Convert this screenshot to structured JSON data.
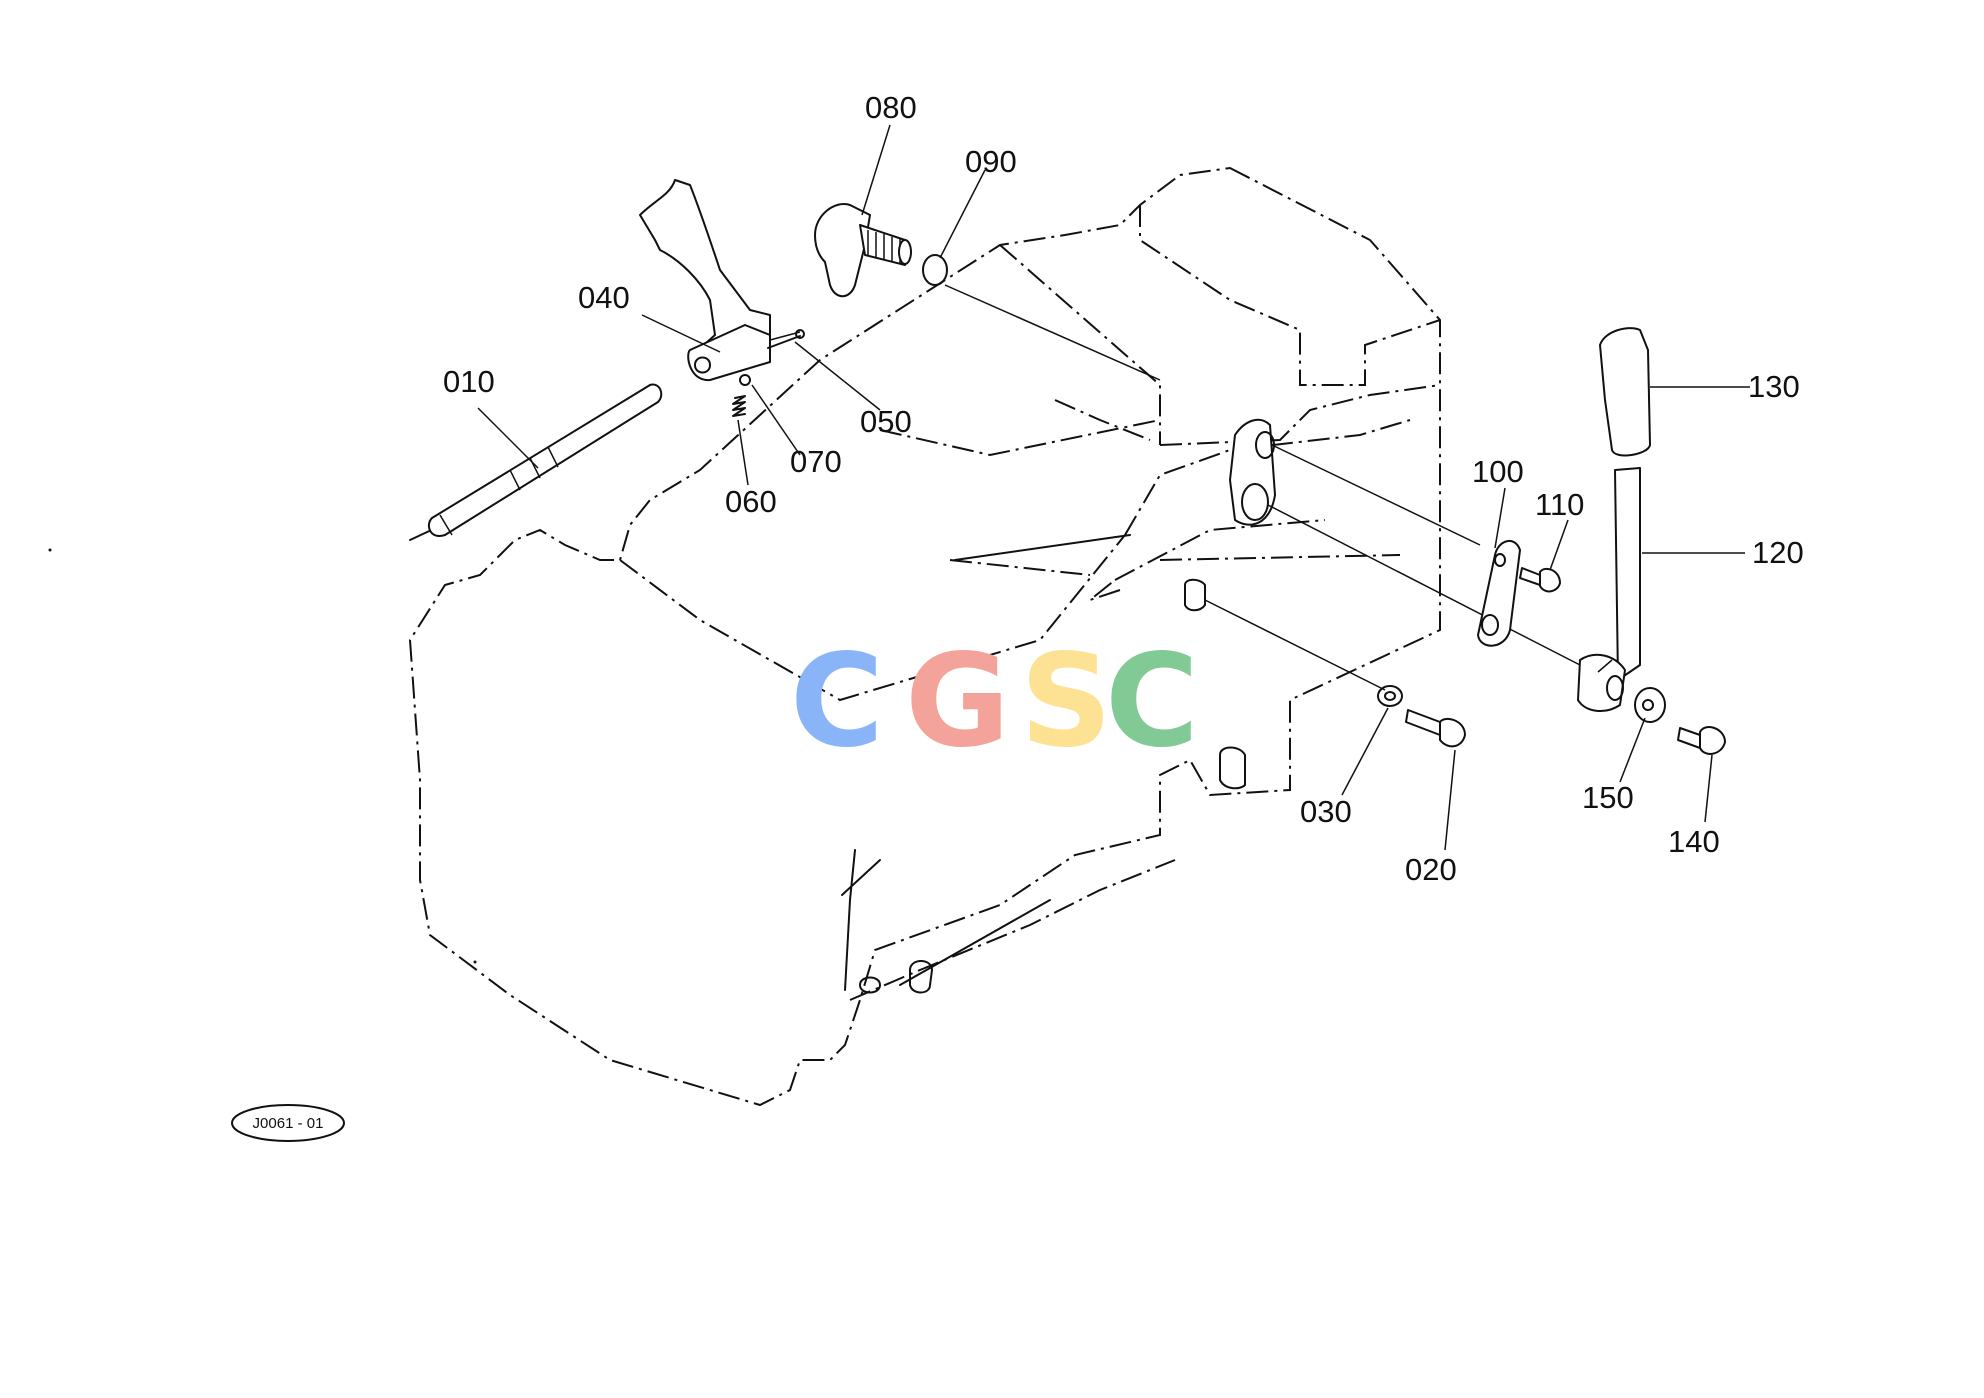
{
  "diagram": {
    "reference_code": "J0061 - 01",
    "callouts": [
      {
        "id": "c010",
        "label": "010"
      },
      {
        "id": "c020",
        "label": "020"
      },
      {
        "id": "c030",
        "label": "030"
      },
      {
        "id": "c040",
        "label": "040"
      },
      {
        "id": "c050",
        "label": "050"
      },
      {
        "id": "c060",
        "label": "060"
      },
      {
        "id": "c070",
        "label": "070"
      },
      {
        "id": "c080",
        "label": "080"
      },
      {
        "id": "c090",
        "label": "090"
      },
      {
        "id": "c100",
        "label": "100"
      },
      {
        "id": "c110",
        "label": "110"
      },
      {
        "id": "c120",
        "label": "120"
      },
      {
        "id": "c130",
        "label": "130"
      },
      {
        "id": "c140",
        "label": "140"
      },
      {
        "id": "c150",
        "label": "150"
      }
    ]
  },
  "watermark": {
    "letters": [
      "C",
      "G",
      "S",
      "C"
    ],
    "colors": [
      "#8ab4f8",
      "#f4a39a",
      "#fde293",
      "#81c995"
    ]
  }
}
